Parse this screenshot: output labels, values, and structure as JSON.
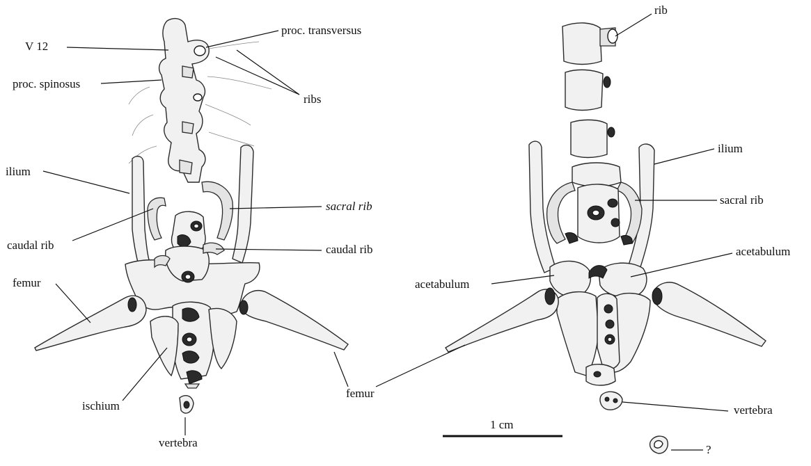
{
  "left_labels": {
    "v12": "V 12",
    "proc_transversus": "proc. transversus",
    "proc_spinosus": "proc. spinosus",
    "ribs": "ribs",
    "ilium": "ilium",
    "sacral_rib": "sacral rib",
    "caudal_rib_left": "caudal rib",
    "caudal_rib_right": "caudal rib",
    "femur": "femur",
    "ischium": "ischium",
    "vertebra": "vertebra"
  },
  "right_labels": {
    "rib": "rib",
    "ilium": "ilium",
    "sacral_rib": "sacral rib",
    "acetabulum_left": "acetabulum",
    "acetabulum_right": "acetabulum",
    "vertebra": "vertebra",
    "unknown": "?"
  },
  "shared_labels": {
    "femur": "femur"
  },
  "scale_bar": {
    "label": "1 cm"
  }
}
